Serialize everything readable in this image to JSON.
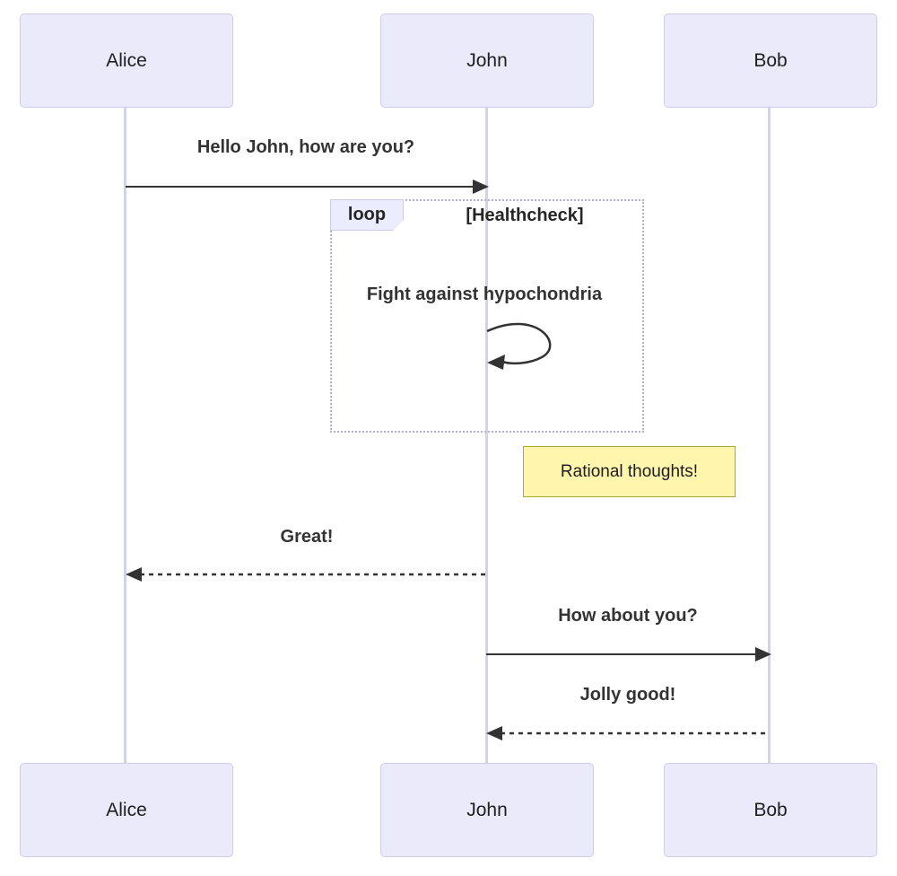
{
  "diagram": {
    "type": "sequence-diagram",
    "actors": [
      {
        "name": "Alice"
      },
      {
        "name": "John"
      },
      {
        "name": "Bob"
      }
    ],
    "messages": [
      {
        "from": "Alice",
        "to": "John",
        "text": "Hello John, how are you?",
        "line": "solid",
        "arrowhead": "filled"
      },
      {
        "from": "John",
        "to": "John",
        "text": "Fight against hypochondria",
        "line": "self-loop",
        "arrowhead": "filled"
      },
      {
        "from": "John",
        "to": "Alice",
        "text": "Great!",
        "line": "dashed",
        "arrowhead": "filled"
      },
      {
        "from": "John",
        "to": "Bob",
        "text": "How about you?",
        "line": "solid",
        "arrowhead": "filled"
      },
      {
        "from": "Bob",
        "to": "John",
        "text": "Jolly good!",
        "line": "dashed",
        "arrowhead": "filled"
      }
    ],
    "loop": {
      "label": "loop",
      "condition": "[Healthcheck]"
    },
    "note": {
      "text": "Rational thoughts!",
      "position": "right of John"
    },
    "colors": {
      "background": "#FFFFFF",
      "actor_fill": "#EAEAFB",
      "actor_border": "#CDCDE8",
      "lifeline": "#D3D3E6",
      "arrow": "#333333",
      "message_text": "#333333",
      "loop_border": "#B3B3D1",
      "loop_label_fill": "#ECECFF",
      "note_fill": "#FFF5AD",
      "note_border": "#AAAA33"
    }
  }
}
